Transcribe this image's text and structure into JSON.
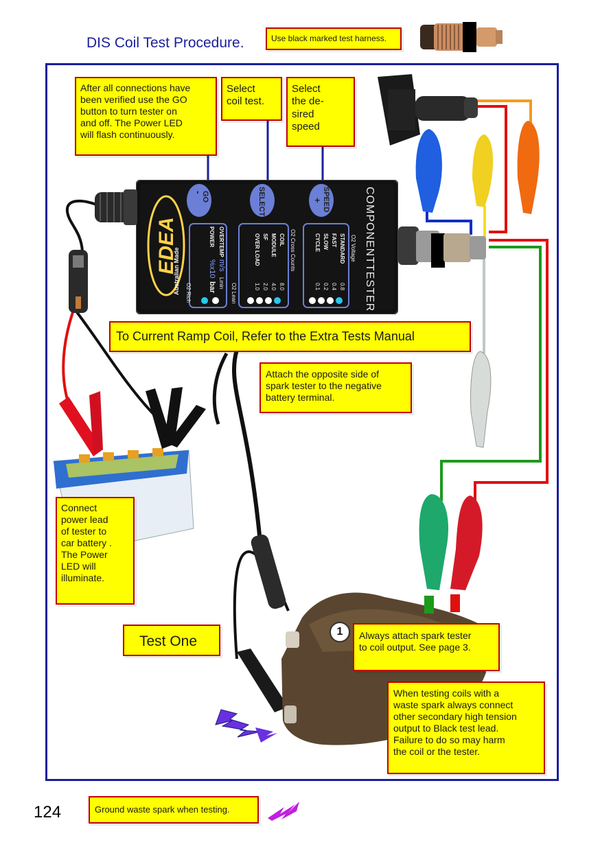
{
  "page": {
    "title": "DIS Coil Test Procedure.",
    "page_number": "124"
  },
  "notes": {
    "harness": "Use black marked test harness.",
    "go_button": "After all connections have\nbeen verified use the GO\nbutton  to turn tester on\nand off. The Power LED\nwill flash continuously.",
    "select": "Select\ncoil  test.",
    "speed": "Select\nthe de-\nsired\nspeed",
    "current_ramp": "To Current Ramp Coil, Refer to the Extra Tests Manual",
    "spark_tester": "Attach the opposite side of\nspark tester to the negative\nbattery terminal.",
    "power_lead": "Connect\npower lead\nof tester to\ncar battery .\nThe Power\nLED will\nilluminate.",
    "test_one": "Test One",
    "coil_output": "Always attach spark tester\nto coil output. See page 3.",
    "waste_spark": "When testing coils with a\nwaste spark always connect\nother secondary high tension\noutput to Black test lead.\nFailure to do so may harm\nthe coil or the tester.",
    "ground": "Ground waste spark when testing."
  },
  "callout_number": "1",
  "device": {
    "brand": "EDEA",
    "made": "Australian Made",
    "name": "COMPONENTTESTER",
    "go": "GO",
    "go_symbol": "-",
    "select": "SELECT",
    "speed": "SPEED",
    "speed_symbol": "+",
    "panel1": {
      "row1": "OVERTEMP",
      "row1_unit": "m/s",
      "row1_tag": "Lmin",
      "row2": "POWER",
      "row2_unit": "%x10",
      "row2_tag": "bar",
      "foot_left": "O2 Lean",
      "foot_right": "O2 Rich"
    },
    "panel2": {
      "heading": "O2 Cross Counts",
      "items": [
        "COIL",
        "MODULE",
        "SF",
        "OVER LOAD"
      ],
      "values": [
        "8.0",
        "4.0",
        "2.0",
        "1.0"
      ]
    },
    "panel3": {
      "heading": "O2 Voltage",
      "items": [
        "STANDARD",
        "FAST",
        "SLOW",
        "CYCLE"
      ],
      "values": [
        "0.8",
        "0.4",
        "0.2",
        "0.1"
      ]
    }
  },
  "colors": {
    "frame": "#1a1f9c",
    "note_fill": "#ffff00",
    "note_border": "#c00000",
    "device_body": "#111111",
    "device_text": "#ffd24a",
    "button": "#6b7fd6",
    "led": "#29c6f0"
  }
}
